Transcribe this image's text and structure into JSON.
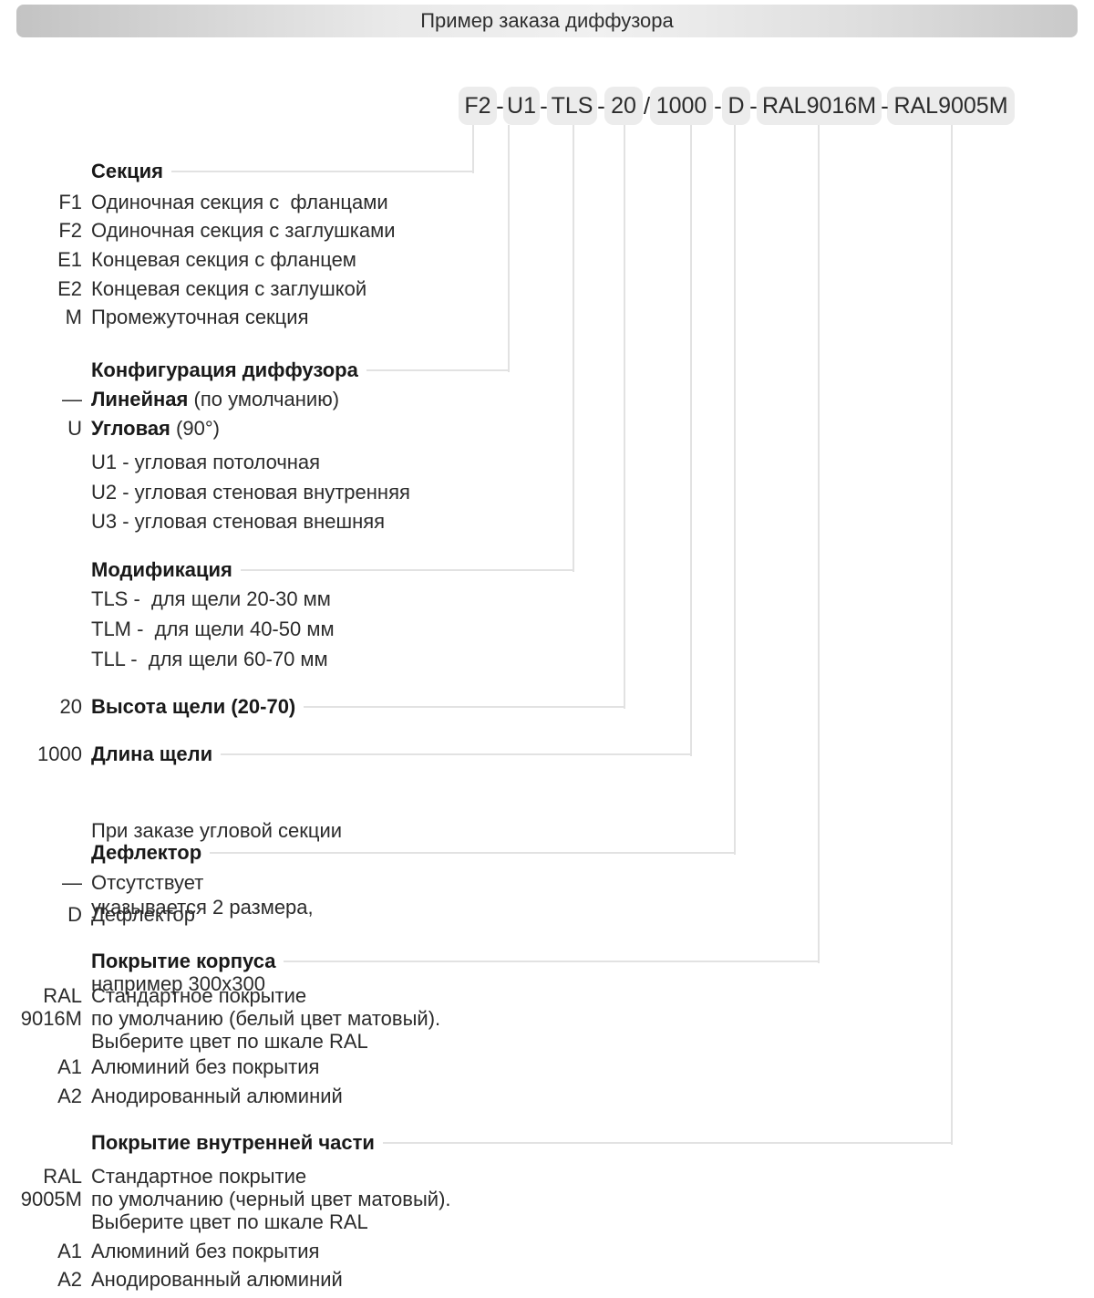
{
  "header": {
    "title": "Пример заказа диффузора"
  },
  "code_row": {
    "parts": [
      {
        "label": "F2"
      },
      {
        "label": "U1"
      },
      {
        "label": "TLS"
      },
      {
        "label": "20"
      },
      {
        "label": "1000"
      },
      {
        "label": "D"
      },
      {
        "label": "RAL9016M"
      },
      {
        "label": "RAL9005M"
      }
    ],
    "separators": [
      "-",
      "-",
      "-",
      "/",
      "-",
      "-",
      "-"
    ]
  },
  "sections": {
    "section": {
      "heading": "Секция",
      "items": [
        {
          "code": "F1",
          "text": "Одиночная секция с  фланцами"
        },
        {
          "code": "F2",
          "text": "Одиночная секция с заглушками"
        },
        {
          "code": "E1",
          "text": "Концевая секция с фланцем"
        },
        {
          "code": "E2",
          "text": "Концевая секция с заглушкой"
        },
        {
          "code": "M",
          "text": "Промежуточная секция"
        }
      ]
    },
    "configuration": {
      "heading": "Конфигурация диффузора",
      "items": [
        {
          "code": "—",
          "bold": "Линейная",
          "rest": " (по умолчанию)"
        },
        {
          "code": "U",
          "bold": "Угловая",
          "rest": " (90°)"
        }
      ],
      "subitems": [
        {
          "text": "U1 - угловая потолочная"
        },
        {
          "text": "U2 - угловая стеновая внутренняя"
        },
        {
          "text": "U3 - угловая стеновая внешняя"
        }
      ]
    },
    "modification": {
      "heading": "Модификация",
      "items": [
        {
          "text": "TLS -  для щели 20-30 мм"
        },
        {
          "text": "TLM -  для щели 40-50 мм"
        },
        {
          "text": "TLL -  для щели 60-70 мм"
        }
      ]
    },
    "slot_height": {
      "code": "20",
      "heading": "Высота щели (20-70)"
    },
    "slot_length": {
      "code": "1000",
      "heading": "Длина щели",
      "note_lines": [
        "При заказе угловой секции",
        "указывается 2 размера,",
        "например 300х300"
      ]
    },
    "deflector": {
      "heading": "Дефлектор",
      "items": [
        {
          "code": "—",
          "text": "Отсутствует"
        },
        {
          "code": "D",
          "text": "Дефлектор"
        }
      ]
    },
    "body_coating": {
      "heading": "Покрытие корпуса",
      "ral": {
        "code_lines": [
          "RAL",
          "9016M"
        ],
        "text_lines": [
          "Стандартное покрытие",
          "по умолчанию (белый цвет матовый).",
          "Выберите цвет по шкале RAL"
        ]
      },
      "items": [
        {
          "code": "A1",
          "text": "Алюминий без покрытия"
        },
        {
          "code": "A2",
          "text": "Анодированный алюминий"
        }
      ]
    },
    "inner_coating": {
      "heading": "Покрытие внутренней части",
      "ral": {
        "code_lines": [
          "RAL",
          "9005M"
        ],
        "text_lines": [
          "Стандартное покрытие",
          "по умолчанию (черный цвет матовый).",
          "Выберите цвет по шкале RAL"
        ]
      },
      "items": [
        {
          "code": "A1",
          "text": "Алюминий без покрытия"
        },
        {
          "code": "A2",
          "text": "Анодированный алюминий"
        }
      ]
    }
  },
  "colors": {
    "box_bg": "#ececec",
    "connector_line": "#e2e2e2",
    "text": "#2b2b2b"
  }
}
